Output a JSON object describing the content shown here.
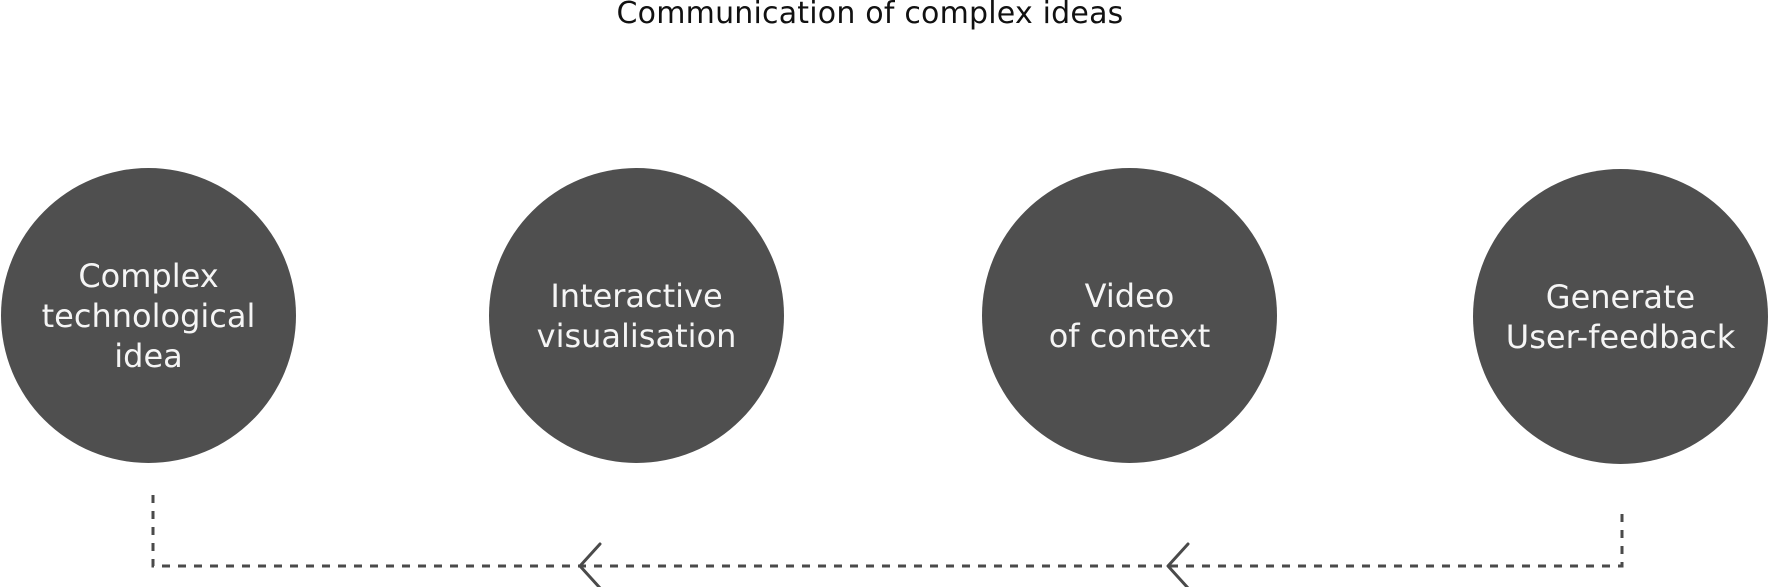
{
  "diagram": {
    "title": "Communication of complex ideas",
    "nodes": [
      {
        "id": "complex-idea",
        "label": "Complex\ntechnological\nidea"
      },
      {
        "id": "interactive-visualisation",
        "label": "Interactive\nvisualisation"
      },
      {
        "id": "video-of-context",
        "label": "Video\nof context"
      },
      {
        "id": "generate-user-feedback",
        "label": "Generate\nUser-feedback"
      }
    ],
    "feedback_loop": {
      "from": "generate-user-feedback",
      "to": "complex-idea",
      "style": "dashed"
    }
  },
  "colors": {
    "node_fill": "#4f4f4f",
    "node_text": "#f5f5f5",
    "connector": "#4a4a4a",
    "title": "#111111"
  }
}
